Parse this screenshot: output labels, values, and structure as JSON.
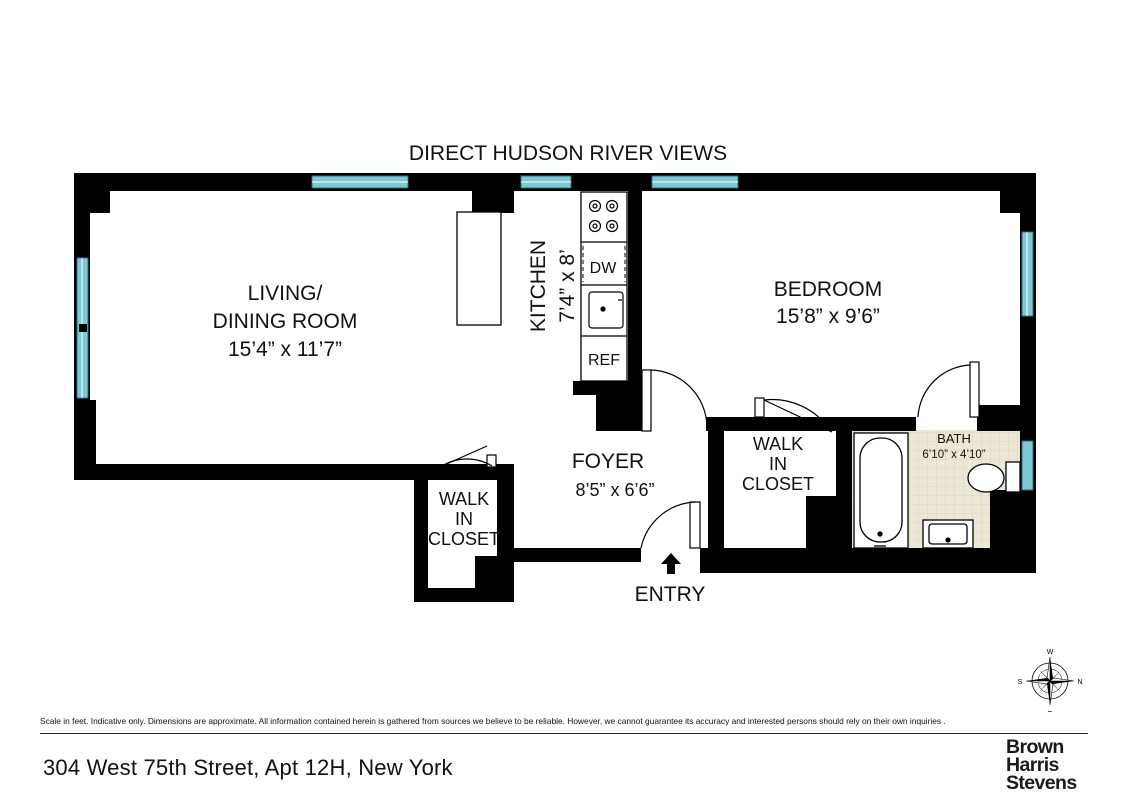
{
  "header": {
    "view_note": "DIRECT HUDSON RIVER VIEWS"
  },
  "rooms": {
    "living": {
      "line1": "LIVING/",
      "line2": "DINING ROOM",
      "dims": "15’4” x 11’7”"
    },
    "kitchen": {
      "name": "KITCHEN",
      "dims": "7’4” x 8’"
    },
    "bedroom": {
      "name": "BEDROOM",
      "dims": "15’8” x 9’6”"
    },
    "foyer": {
      "name": "FOYER",
      "dims": "8’5” x 6’6”"
    },
    "closet_left": {
      "line1": "WALK",
      "line2": "IN",
      "line3": "CLOSET"
    },
    "closet_right": {
      "line1": "WALK",
      "line2": "IN",
      "line3": "CLOSET"
    },
    "bath": {
      "name": "BATH",
      "dims": "6’10” x 4’10”"
    }
  },
  "fixtures": {
    "dishwasher": "DW",
    "refrigerator": "REF"
  },
  "entry": {
    "label": "ENTRY"
  },
  "compass": {
    "north": "N",
    "south": "S",
    "east": "E",
    "west": "W"
  },
  "footer": {
    "disclaimer": "Scale in feet. Indicative only. Dimensions are approximate. All information contained herein is gathered from sources we believe to be reliable. However, we cannot guarantee its accuracy and interested persons should rely on their own inquiries .",
    "address": "304 West 75th Street, Apt 12H, New York"
  },
  "brand": {
    "line1": "Brown",
    "line2": "Harris",
    "line3": "Stevens"
  },
  "colors": {
    "wall": "#000000",
    "window": "#7fc8d3",
    "tile": "#ece7d6"
  }
}
